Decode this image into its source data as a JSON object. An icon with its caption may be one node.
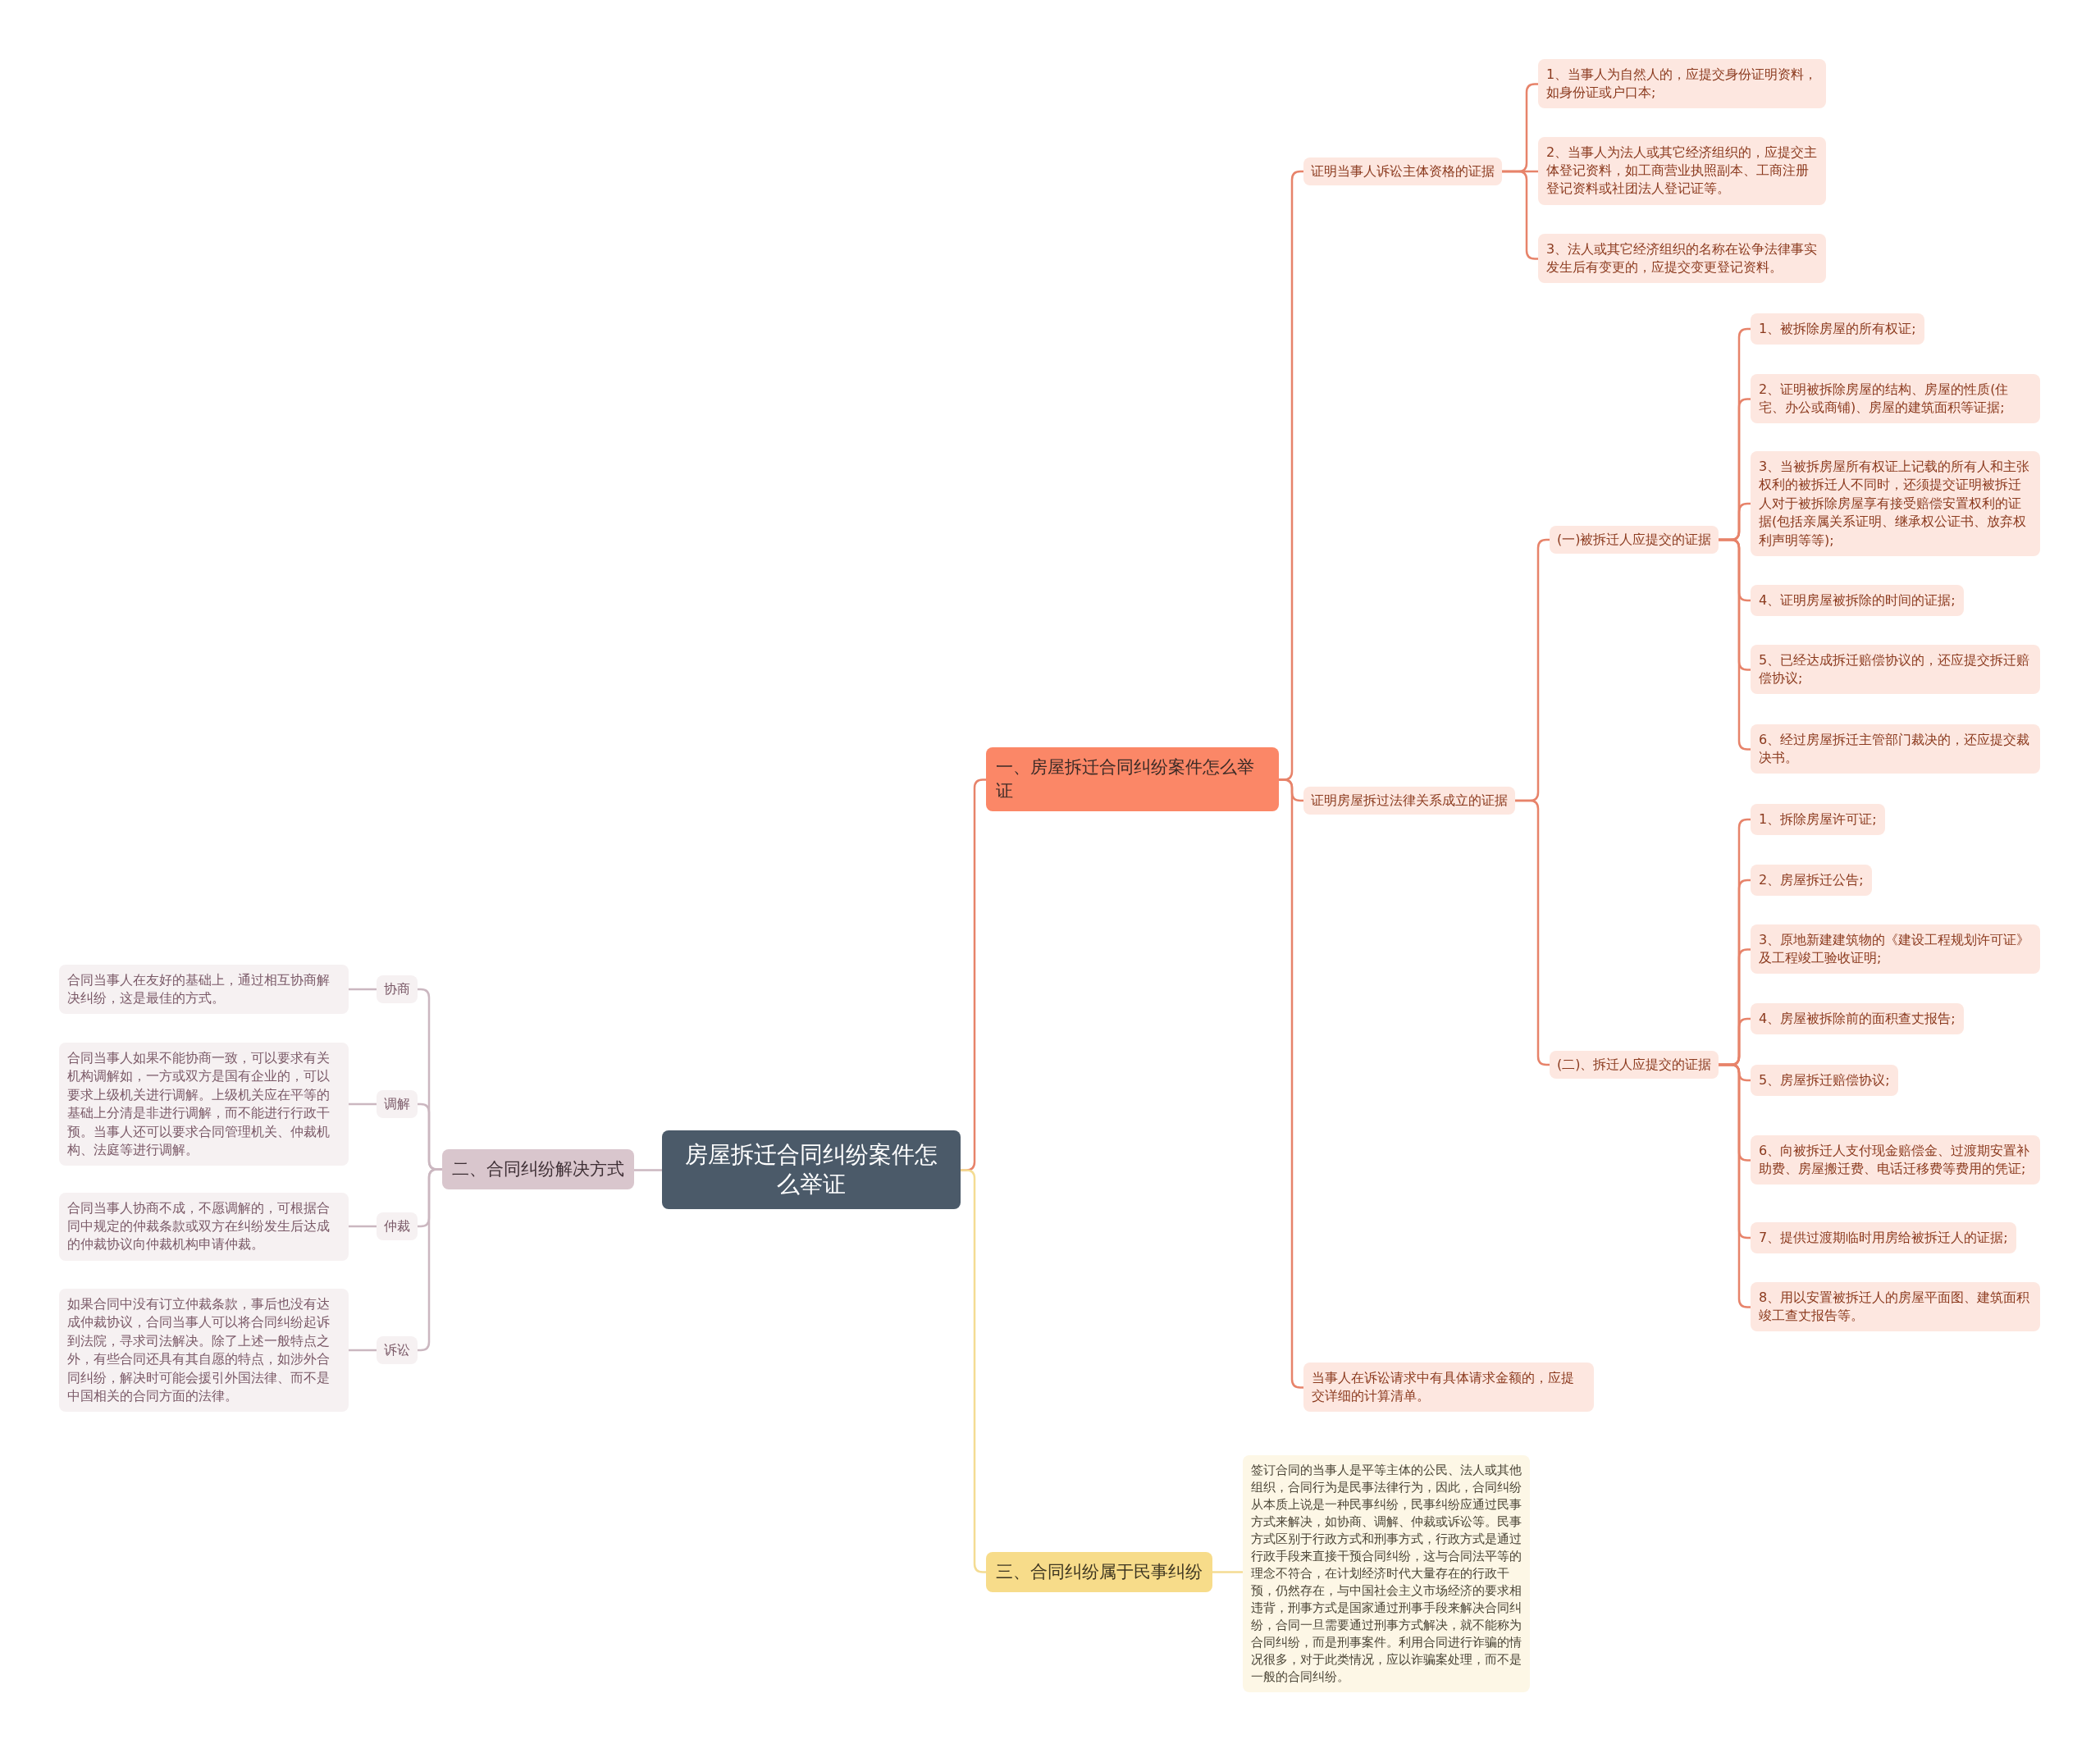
{
  "diagram": {
    "nodes": [
      {
        "text": [
          "房屋拆迁合同纠纷案件怎么举证"
        ]
      },
      {
        "text": [
          "一、房屋拆迁合同纠纷案件怎么举证"
        ]
      },
      {
        "text": [
          "证明当事人诉讼主体资格的证据"
        ]
      },
      {
        "text": [
          "1、当事人为自然人的，应提交身份证明资料，如身份证或户口本;"
        ]
      },
      {
        "text": [
          "2、当事人为法人或其它经济组织的，应提交主体登记资料，如工商营业执照副本、工商注册登记资料或社团法人登记证等。"
        ]
      },
      {
        "text": [
          "3、法人或其它经济组织的名称在讼争法律事实发生后有变更的，应提交变更登记资料。"
        ]
      },
      {
        "text": [
          "证明房屋拆过法律关系成立的证据"
        ]
      },
      {
        "text": [
          "(一)被拆迁人应提交的证据"
        ]
      },
      {
        "text": [
          "1、被拆除房屋的所有权证;"
        ]
      },
      {
        "text": [
          "2、证明被拆除房屋的结构、房屋的性质(住宅、办公或商铺)、房屋的建筑面积等证据;"
        ]
      },
      {
        "text": [
          "3、当被拆房屋所有权证上记载的所有人和主张权利的被拆迁人不同时，还须提交证明被拆迁人对于被拆除房屋享有接受赔偿安置权利的证据(包括亲属关系证明、继承权公证书、放弃权利声明等等);"
        ]
      },
      {
        "text": [
          "4、证明房屋被拆除的时间的证据;"
        ]
      },
      {
        "text": [
          "5、已经达成拆迁赔偿协议的，还应提交拆迁赔偿协议;"
        ]
      },
      {
        "text": [
          "6、经过房屋拆迁主管部门裁决的，还应提交裁决书。"
        ]
      },
      {
        "text": [
          "(二)、拆迁人应提交的证据"
        ]
      },
      {
        "text": [
          "1、拆除房屋许可证;"
        ]
      },
      {
        "text": [
          "2、房屋拆迁公告;"
        ]
      },
      {
        "text": [
          "3、原地新建建筑物的《建设工程规划许可证》及工程竣工验收证明;"
        ]
      },
      {
        "text": [
          "4、房屋被拆除前的面积查丈报告;"
        ]
      },
      {
        "text": [
          "5、房屋拆迁赔偿协议;"
        ]
      },
      {
        "text": [
          "6、向被拆迁人支付现金赔偿金、过渡期安置补助费、房屋搬迁费、电话迁移费等费用的凭证;"
        ]
      },
      {
        "text": [
          "7、提供过渡期临时用房给被拆迁人的证据;"
        ]
      },
      {
        "text": [
          "8、用以安置被拆迁人的房屋平面图、建筑面积竣工查丈报告等。"
        ]
      },
      {
        "text": [
          "当事人在诉讼请求中有具体请求金额的，应提交详细的计算清单。"
        ]
      },
      {
        "text": [
          "二、合同纠纷解决方式"
        ]
      },
      {
        "text": [
          "协商"
        ]
      },
      {
        "text": [
          "合同当事人在友好的基础上，通过相互协商解决纠纷，这是最佳的方式。"
        ]
      },
      {
        "text": [
          "调解"
        ]
      },
      {
        "text": [
          "合同当事人如果不能协商一致，可以要求有关机构调解如，一方或双方是国有企业的，可以要求上级机关进行调解。上级机关应在平等的基础上分清是非进行调解，而不能进行行政干预。当事人还可以要求合同管理机关、仲裁机构、法庭等进行调解。"
        ]
      },
      {
        "text": [
          "仲裁"
        ]
      },
      {
        "text": [
          "合同当事人协商不成，不愿调解的，可根据合同中规定的仲裁条款或双方在纠纷发生后达成的仲裁协议向仲裁机构申请仲裁。"
        ]
      },
      {
        "text": [
          "诉讼"
        ]
      },
      {
        "text": [
          "如果合同中没有订立仲裁条款，事后也没有达成仲裁协议，合同当事人可以将合同纠纷起诉到法院，寻求司法解决。除了上述一般特点之外，有些合同还具有其自愿的特点，如涉外合同纠纷，解决时可能会援引外国法律、而不是中国相关的合同方面的法律。"
        ]
      },
      {
        "text": [
          "三、合同纠纷属于民事纠纷"
        ]
      },
      {
        "text": [
          "签订合同的当事人是平等主体的公民、法人或其他组织，合同行为是民事法律行为，因此，合同纠纷从本质上说是一种民事纠纷，民事纠纷应通过民事方式来解决，如协商、调解、仲裁或诉讼等。民事方式区别于行政方式和刑事方式，行政方式是通过行政手段来直接干预合同纠纷，这与合同法平等的理念不符合，在计划经济时代大量存在的行政干预，仍然存在，与中国社会主义市场经济的要求相违背，刑事方式是国家通过刑事手段来解决合同纠纷，合同一旦需要通过刑事方式解决，就不能称为合同纠纷，而是刑事案件。利用合同进行诈骗的情况很多，对于此类情况，应以诈骗案处理，而不是一般的合同纠纷。"
        ]
      }
    ],
    "edges": [
      {
        "from": 0,
        "to": 1,
        "arrow": "none"
      },
      {
        "from": 1,
        "to": 2,
        "arrow": "none"
      },
      {
        "from": 2,
        "to": 3,
        "arrow": "none"
      },
      {
        "from": 2,
        "to": 4,
        "arrow": "none"
      },
      {
        "from": 2,
        "to": 5,
        "arrow": "none"
      },
      {
        "from": 1,
        "to": 6,
        "arrow": "none"
      },
      {
        "from": 6,
        "to": 7,
        "arrow": "none"
      },
      {
        "from": 7,
        "to": 8,
        "arrow": "none"
      },
      {
        "from": 7,
        "to": 9,
        "arrow": "none"
      },
      {
        "from": 7,
        "to": 10,
        "arrow": "none"
      },
      {
        "from": 7,
        "to": 11,
        "arrow": "none"
      },
      {
        "from": 7,
        "to": 12,
        "arrow": "none"
      },
      {
        "from": 7,
        "to": 13,
        "arrow": "none"
      },
      {
        "from": 6,
        "to": 14,
        "arrow": "none"
      },
      {
        "from": 14,
        "to": 15,
        "arrow": "none"
      },
      {
        "from": 14,
        "to": 16,
        "arrow": "none"
      },
      {
        "from": 14,
        "to": 17,
        "arrow": "none"
      },
      {
        "from": 14,
        "to": 18,
        "arrow": "none"
      },
      {
        "from": 14,
        "to": 19,
        "arrow": "none"
      },
      {
        "from": 14,
        "to": 20,
        "arrow": "none"
      },
      {
        "from": 14,
        "to": 21,
        "arrow": "none"
      },
      {
        "from": 14,
        "to": 22,
        "arrow": "none"
      },
      {
        "from": 1,
        "to": 23,
        "arrow": "none"
      },
      {
        "from": 0,
        "to": 24,
        "arrow": "none",
        "color": "#cbb7c0"
      },
      {
        "from": 24,
        "to": 25,
        "arrow": "none",
        "color": "#cbb7c0"
      },
      {
        "from": 25,
        "to": 26,
        "arrow": "none",
        "color": "#cbb7c0"
      },
      {
        "from": 24,
        "to": 27,
        "arrow": "none",
        "color": "#cbb7c0"
      },
      {
        "from": 27,
        "to": 28,
        "arrow": "none",
        "color": "#cbb7c0"
      },
      {
        "from": 24,
        "to": 29,
        "arrow": "none",
        "color": "#cbb7c0"
      },
      {
        "from": 29,
        "to": 30,
        "arrow": "none",
        "color": "#cbb7c0"
      },
      {
        "from": 24,
        "to": 31,
        "arrow": "none",
        "color": "#cbb7c0"
      },
      {
        "from": 31,
        "to": 32,
        "arrow": "none",
        "color": "#cbb7c0"
      },
      {
        "from": 0,
        "to": 33,
        "arrow": "none",
        "color": "#f4dc93"
      },
      {
        "from": 33,
        "to": 34,
        "arrow": "none",
        "color": "#f4dc93"
      }
    ]
  }
}
